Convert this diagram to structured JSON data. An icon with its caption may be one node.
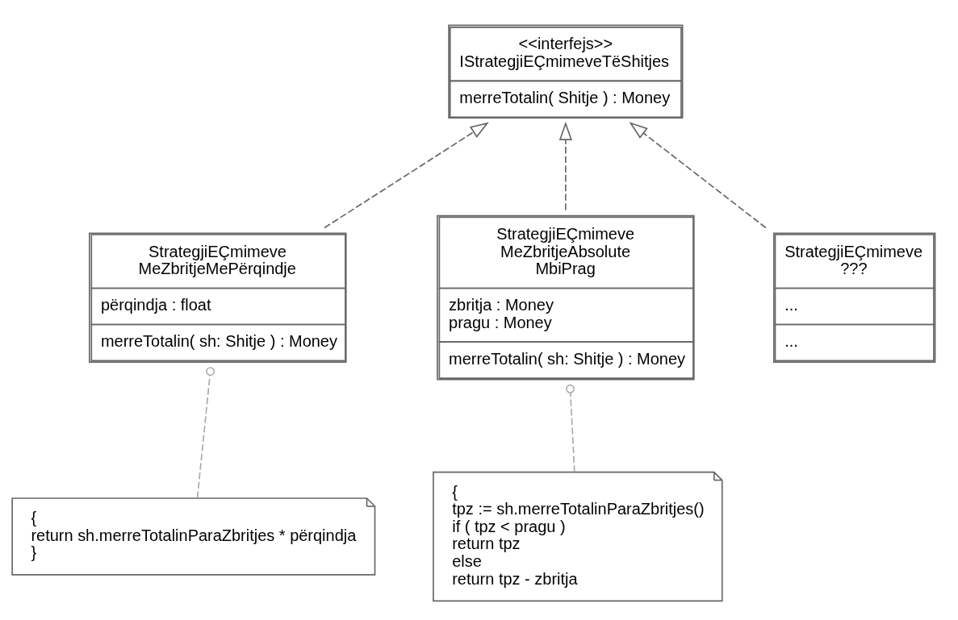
{
  "diagram": {
    "nodes": [
      {
        "text": [
          "<<interfejs>>",
          "IStrategjiEÇmimeveTëShitjes",
          "merreTotalin( Shitje ) : Money"
        ]
      },
      {
        "text": [
          "StrategjiEÇmimeve MeZbritjeMePërqindje",
          "përqindja : float",
          "merreTotalin( sh: Shitje ) : Money"
        ]
      },
      {
        "text": [
          "StrategjiEÇmimeve MeZbritjeAbsolute MbiPrag",
          "zbritja : Money",
          "pragu : Money",
          "merreTotalin( sh: Shitje ) : Money"
        ]
      },
      {
        "text": [
          "StrategjiEÇmimeve ???",
          "...",
          "..."
        ]
      },
      {
        "text": [
          "{",
          "return sh.merreTotalinParaZbritjes * përqindja",
          "}"
        ]
      },
      {
        "text": [
          "{",
          "tpz := sh.merreTotalinParaZbritjes()",
          "if ( tpz < pragu )",
          "return tpz",
          "else",
          "return tpz - zbritja"
        ]
      }
    ],
    "edges": [
      {
        "from": 1,
        "to": 0,
        "arrow": "to",
        "style": "dashed"
      },
      {
        "from": 2,
        "to": 0,
        "arrow": "to",
        "style": "dashed"
      },
      {
        "from": 3,
        "to": 0,
        "arrow": "to",
        "style": "dashed"
      },
      {
        "from": 4,
        "to": 1,
        "arrow": "other",
        "style": "dashed",
        "color": "#aaaaaa"
      },
      {
        "from": 5,
        "to": 2,
        "arrow": "other",
        "style": "dashed",
        "color": "#aaaaaa"
      }
    ]
  }
}
